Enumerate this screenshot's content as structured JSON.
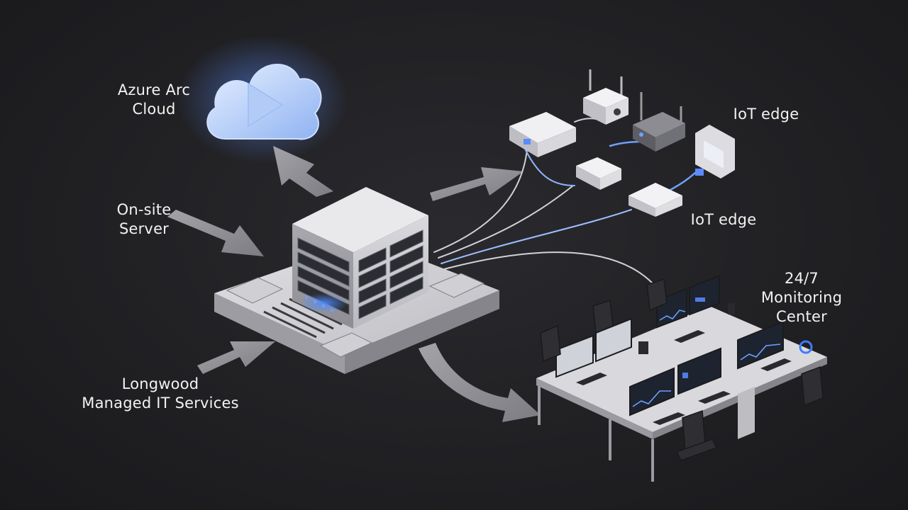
{
  "labels": {
    "cloud": [
      "Azure Arc",
      "Cloud"
    ],
    "server": [
      "On-site",
      "Server"
    ],
    "msp": [
      "Longwood",
      "Managed IT Services"
    ],
    "iot_top": "IoT edge",
    "iot_bottom": "IoT edge",
    "monitoring": [
      "24/7",
      "Monitoring",
      "Center"
    ]
  },
  "colors": {
    "background": "#1f1f22",
    "arrow": "#8e8e93",
    "cloud": "#a9c8ff",
    "accent_glow": "#3f7bff",
    "device": "#e4e4e8",
    "desk": "#d9d9dd"
  }
}
